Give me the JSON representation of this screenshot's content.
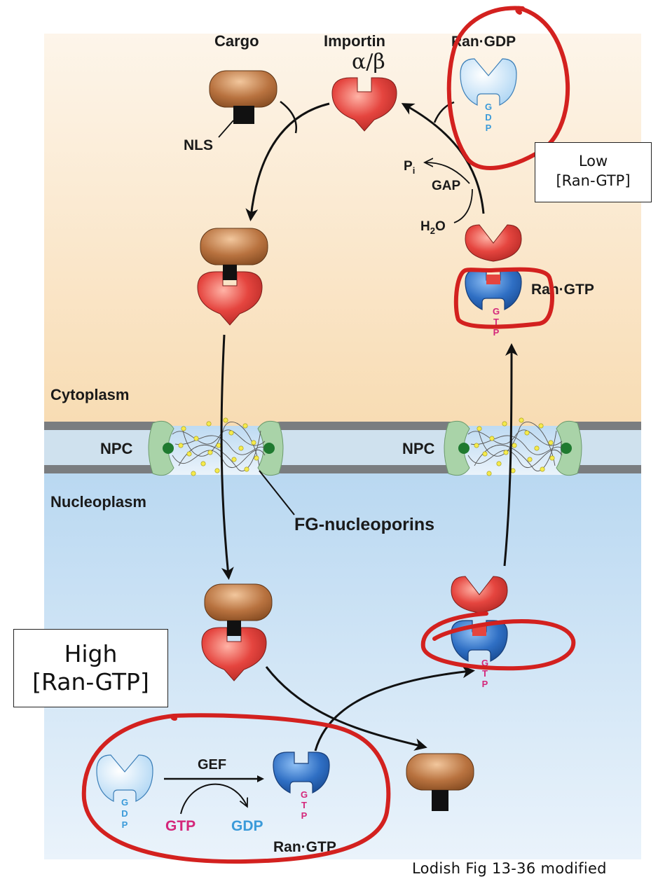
{
  "labels": {
    "cargo": "Cargo",
    "importin": "Importin",
    "alpha_beta": "α/β",
    "ran_gdp_top": "Ran·GDP",
    "nls": "NLS",
    "pi_base": "P",
    "pi_sub": "i",
    "gap": "GAP",
    "h2o_h": "H",
    "h2o_2": "2",
    "h2o_o": "O",
    "ran_gtp_right": "Ran·GTP",
    "cytoplasm": "Cytoplasm",
    "npc_left": "NPC",
    "npc_right": "NPC",
    "nucleoplasm": "Nucleoplasm",
    "fg_nucleoporins": "FG-nucleoporins",
    "gef": "GEF",
    "gtp_in": "GTP",
    "gdp_out": "GDP",
    "ran_gtp_bottom": "Ran·GTP",
    "nuc_g": "G",
    "nuc_d": "D",
    "nuc_p": "P",
    "nuc_t": "T"
  },
  "boxes": {
    "low_line1": "Low",
    "low_line2": "[Ran-GTP]",
    "high_line1": "High",
    "high_line2": "[Ran-GTP]"
  },
  "credit": "Lodish Fig 13-36 modified",
  "colors": {
    "cytoplasm_bg": "#fbe6c8",
    "nucleoplasm_bg": "#cfe4f5",
    "importin": "#e5453f",
    "cargo": "#b8723f",
    "ran_gdp": "#cfe8fa",
    "ran_gtp": "#2f6fc4",
    "annotation": "#d3211f",
    "gdp_text": "#3a9ad9",
    "gtp_text": "#d4267a"
  }
}
